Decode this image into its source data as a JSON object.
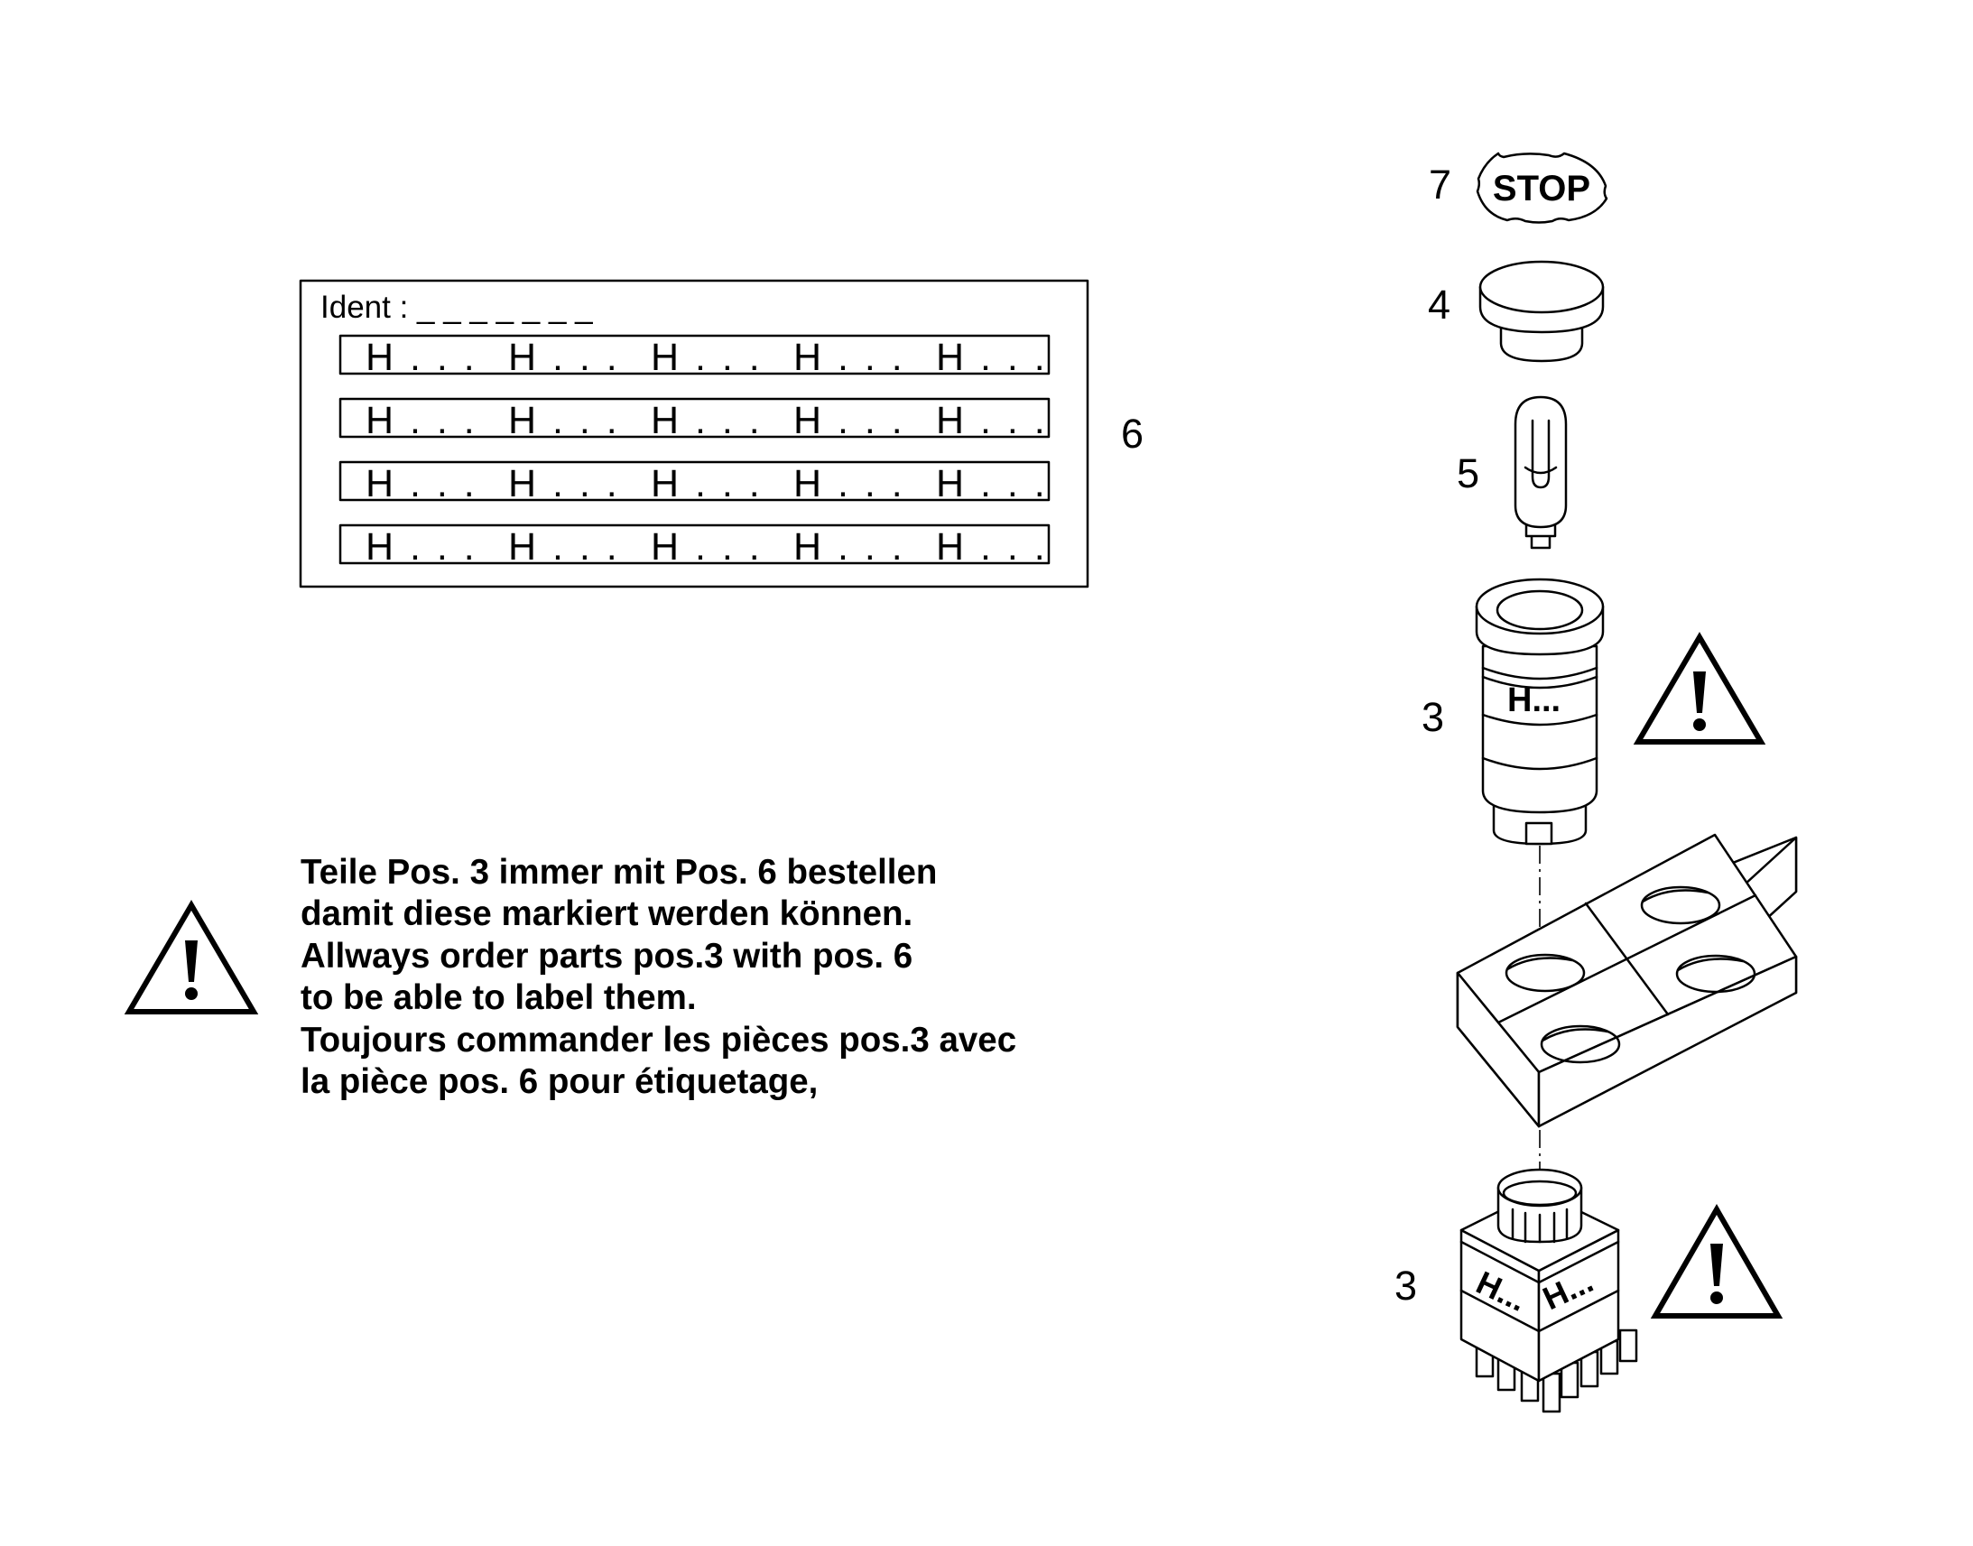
{
  "label_sheet": {
    "ident_label": "Ident : _ _ _ _ _ _ _",
    "strips": [
      [
        "H . . .",
        "H . . .",
        "H . . .",
        "H . . .",
        "H . . ."
      ],
      [
        "H . . .",
        "H . . .",
        "H . . .",
        "H . . .",
        "H . . ."
      ],
      [
        "H . . .",
        "H . . .",
        "H . . .",
        "H . . .",
        "H . . ."
      ],
      [
        "H . . .",
        "H . . .",
        "H . . .",
        "H . . .",
        "H . . ."
      ]
    ]
  },
  "callouts": {
    "pos_6": "6",
    "pos_7": "7",
    "pos_4": "4",
    "pos_5": "5",
    "pos_3_top": "3",
    "pos_3_bottom": "3"
  },
  "parts": {
    "stop_cap_text": "STOP",
    "pushbutton_label": "H...",
    "block_label_left": "H...",
    "block_label_right": "H..."
  },
  "note": {
    "lines": [
      "Teile Pos.  3 immer mit Pos. 6 bestellen",
      "damit diese markiert werden können.",
      "Allways order parts pos.3 with pos. 6",
      "to be able to label them.",
      "Toujours commander les pièces pos.3 avec",
      "la pièce pos. 6 pour étiquetage,"
    ]
  }
}
